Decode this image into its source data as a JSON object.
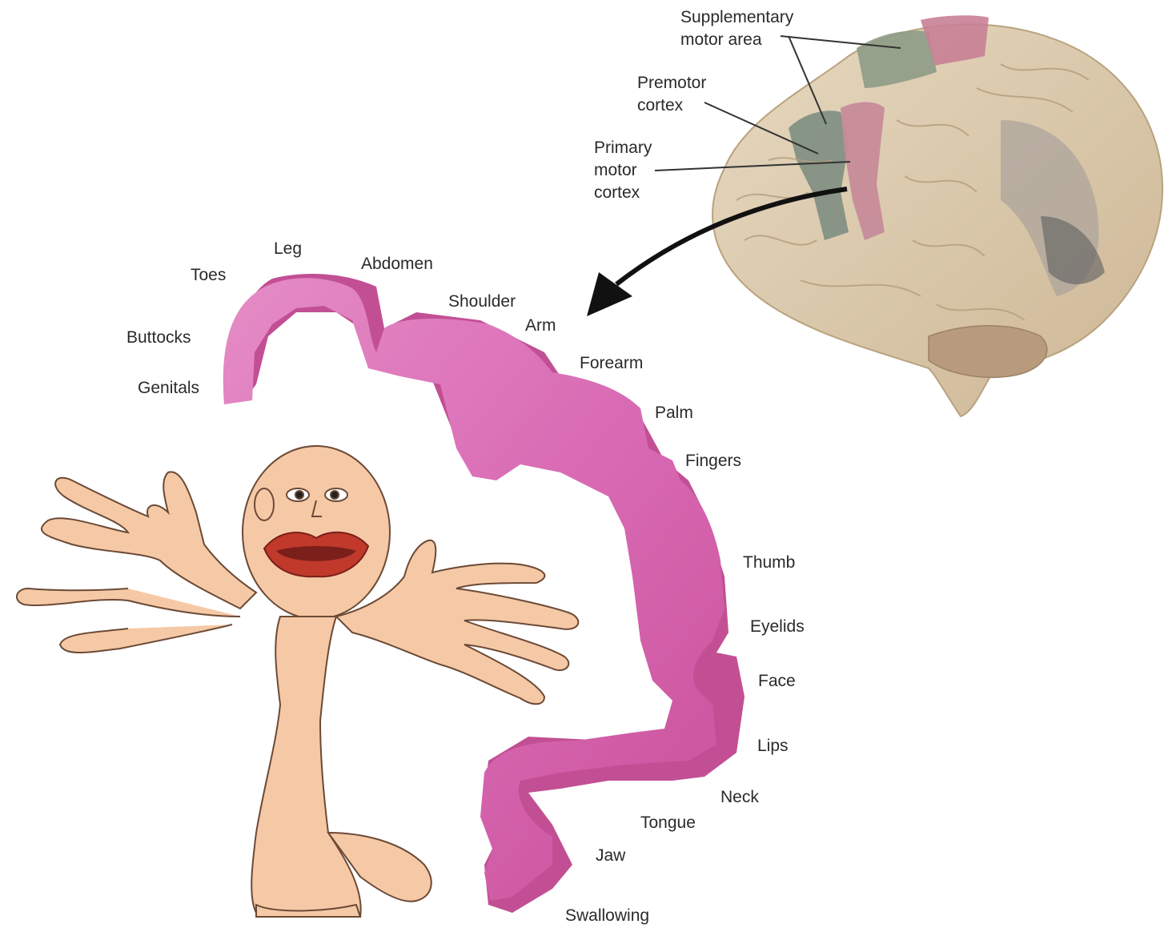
{
  "brain_regions": {
    "supplementary": "Supplementary\nmotor area",
    "premotor": "Premotor\ncortex",
    "primary": "Primary\nmotor\ncortex"
  },
  "body_parts": {
    "toes": "Toes",
    "leg": "Leg",
    "abdomen": "Abdomen",
    "shoulder": "Shoulder",
    "arm": "Arm",
    "buttocks": "Buttocks",
    "genitals": "Genitals",
    "forearm": "Forearm",
    "palm": "Palm",
    "fingers": "Fingers",
    "thumb": "Thumb",
    "eyelids": "Eyelids",
    "face": "Face",
    "lips": "Lips",
    "neck": "Neck",
    "tongue": "Tongue",
    "jaw": "Jaw",
    "swallowing": "Swallowing"
  },
  "colors": {
    "cortex_strip": "#c9509a",
    "cortex_strip_light": "#e07fbd",
    "primary_motor": "#c58a99",
    "premotor": "#7d8d80",
    "brain": "#dccbb0",
    "skin": "#f6c9a6",
    "lips": "#c0392b"
  }
}
